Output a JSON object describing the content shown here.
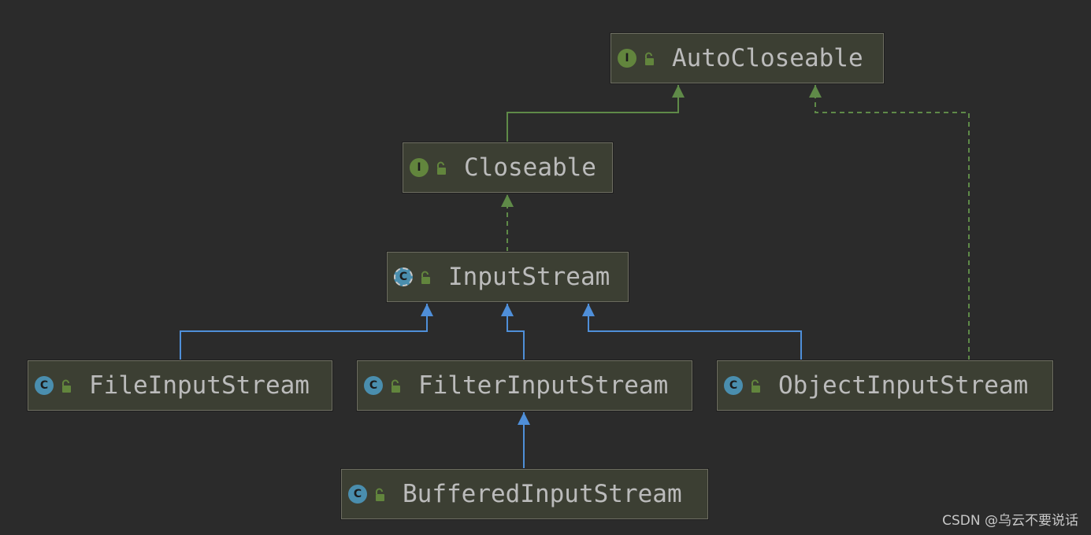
{
  "diagram": {
    "nodes": [
      {
        "id": "autocloseable",
        "label": "AutoCloseable",
        "kind": "interface",
        "badge": "I",
        "visibility": "public"
      },
      {
        "id": "closeable",
        "label": "Closeable",
        "kind": "interface",
        "badge": "I",
        "visibility": "public"
      },
      {
        "id": "inputstream",
        "label": "InputStream",
        "kind": "abstract-class",
        "badge": "C",
        "visibility": "public"
      },
      {
        "id": "fileinputstream",
        "label": "FileInputStream",
        "kind": "class",
        "badge": "C",
        "visibility": "public"
      },
      {
        "id": "filterinputstream",
        "label": "FilterInputStream",
        "kind": "class",
        "badge": "C",
        "visibility": "public"
      },
      {
        "id": "objectinputstream",
        "label": "ObjectInputStream",
        "kind": "class",
        "badge": "C",
        "visibility": "public"
      },
      {
        "id": "bufferedinputstream",
        "label": "BufferedInputStream",
        "kind": "class",
        "badge": "C",
        "visibility": "public"
      }
    ],
    "edges": [
      {
        "from": "closeable",
        "to": "autocloseable",
        "relation": "extends"
      },
      {
        "from": "inputstream",
        "to": "closeable",
        "relation": "implements"
      },
      {
        "from": "objectinputstream",
        "to": "autocloseable",
        "relation": "implements"
      },
      {
        "from": "fileinputstream",
        "to": "inputstream",
        "relation": "extends"
      },
      {
        "from": "filterinputstream",
        "to": "inputstream",
        "relation": "extends"
      },
      {
        "from": "objectinputstream",
        "to": "inputstream",
        "relation": "extends"
      },
      {
        "from": "bufferedinputstream",
        "to": "filterinputstream",
        "relation": "extends"
      }
    ],
    "colors": {
      "background": "#2b2b2b",
      "node_fill": "#3c3f33",
      "node_border": "#6e6e62",
      "label": "#bbbbbb",
      "interface_badge": "#62853d",
      "class_badge": "#4a8eae",
      "interface_edge": "#5f8a48",
      "class_edge": "#4f8fd9"
    }
  },
  "watermark": "CSDN @乌云不要说话"
}
